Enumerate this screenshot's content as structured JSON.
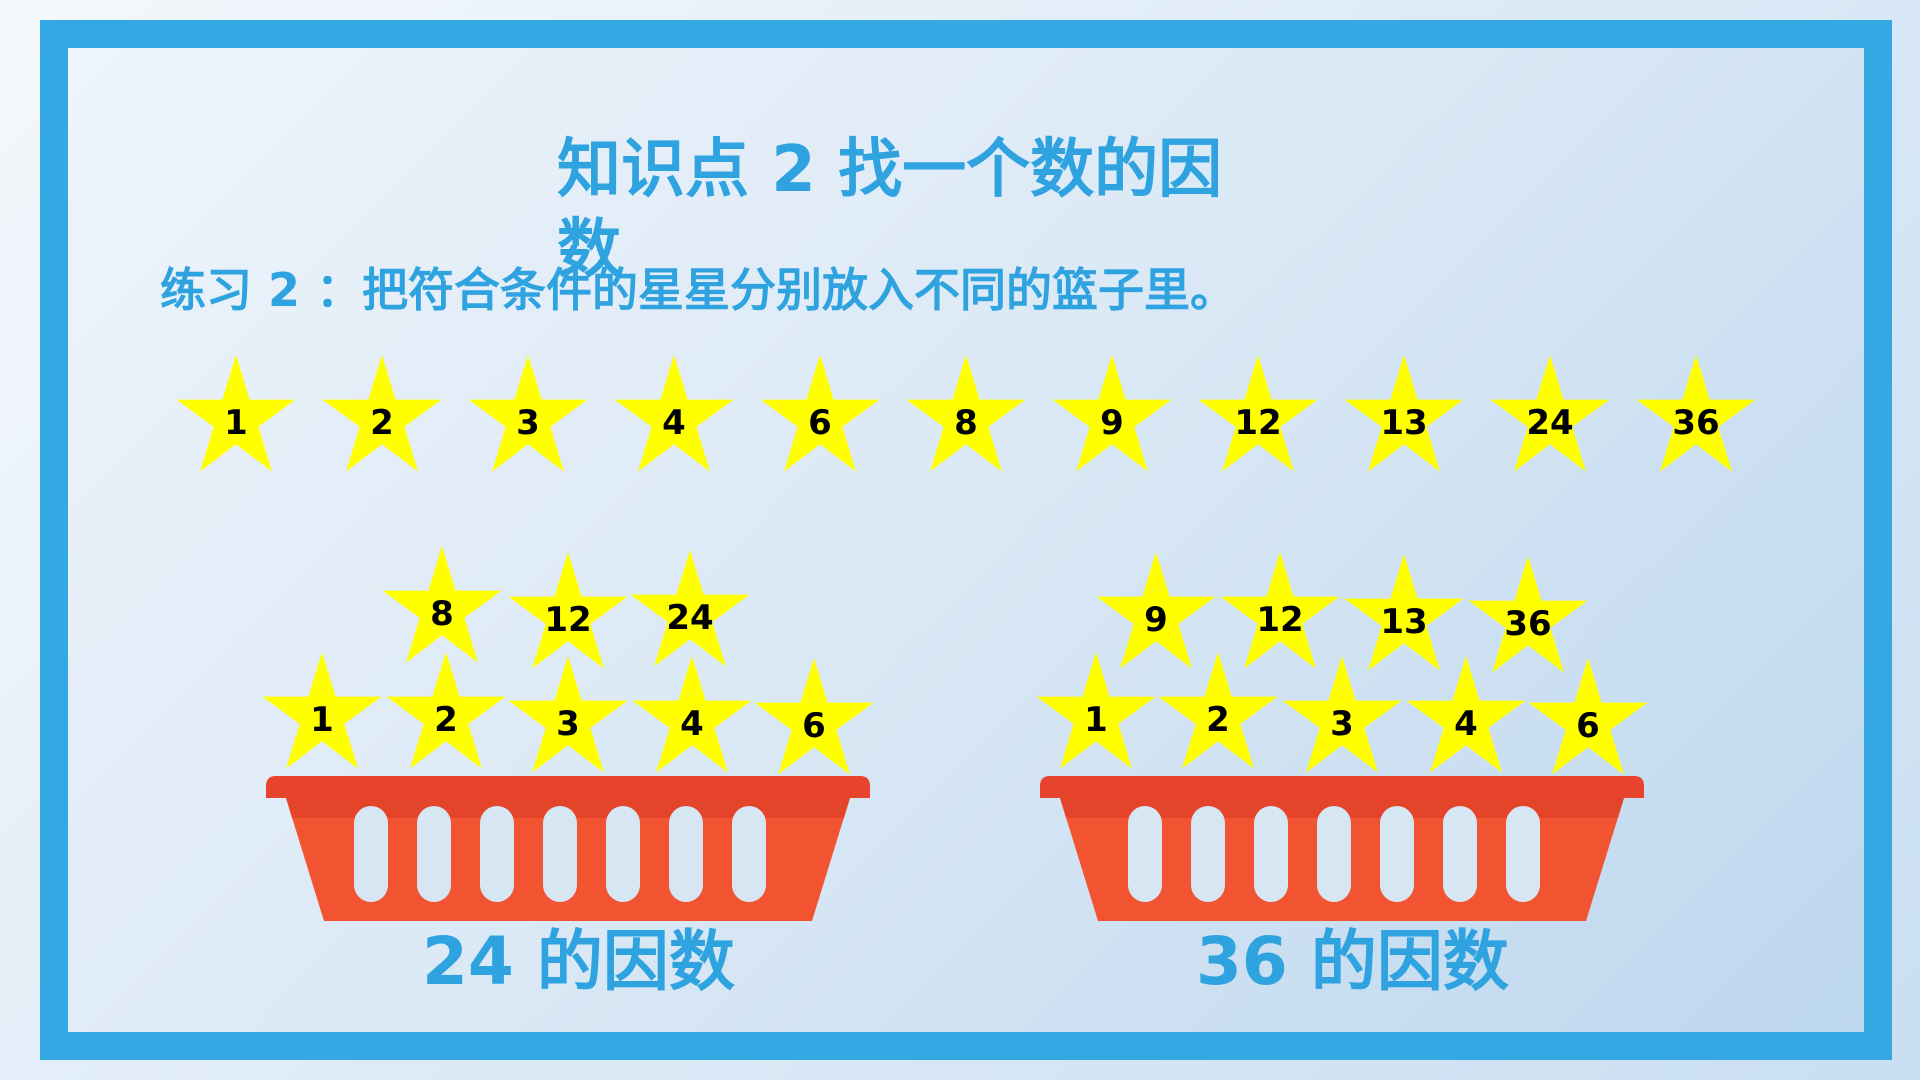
{
  "title": "知识点 2  找一个数的因数",
  "instruction": "练习 2 ：把符合条件的星星分别放入不同的篮子里。",
  "colors": {
    "frame": "#33a8e3",
    "heading_text": "#2fa3df",
    "star_fill": "#ffff00",
    "basket_fill": "#f25330",
    "basket_rim": "#e8432c"
  },
  "star_row": [
    "1",
    "2",
    "3",
    "4",
    "6",
    "8",
    "9",
    "12",
    "13",
    "24",
    "36"
  ],
  "basket_24": {
    "label": "24 的因数",
    "top_stars": [
      "8",
      "12",
      "24"
    ],
    "bottom_stars": [
      "1",
      "2",
      "3",
      "4",
      "6"
    ]
  },
  "basket_36": {
    "label": "36 的因数",
    "top_stars": [
      "9",
      "12",
      "13",
      "36"
    ],
    "bottom_stars": [
      "1",
      "2",
      "3",
      "4",
      "6"
    ]
  }
}
